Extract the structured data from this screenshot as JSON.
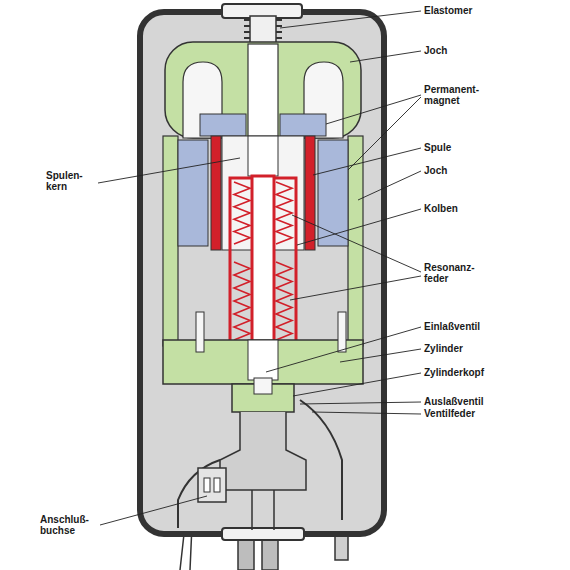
{
  "diagram": {
    "labels": [
      "Elastomer",
      "Joch",
      "Permanent- magnet",
      "Spule",
      "Joch",
      "Kolben",
      "Resonanz- feder",
      "Einlaßventil",
      "Zylinder",
      "Zylinderkopf",
      "Auslaßventil",
      "Ventilfeder",
      "Spulen- kern",
      "Anschluß- buchse"
    ]
  }
}
